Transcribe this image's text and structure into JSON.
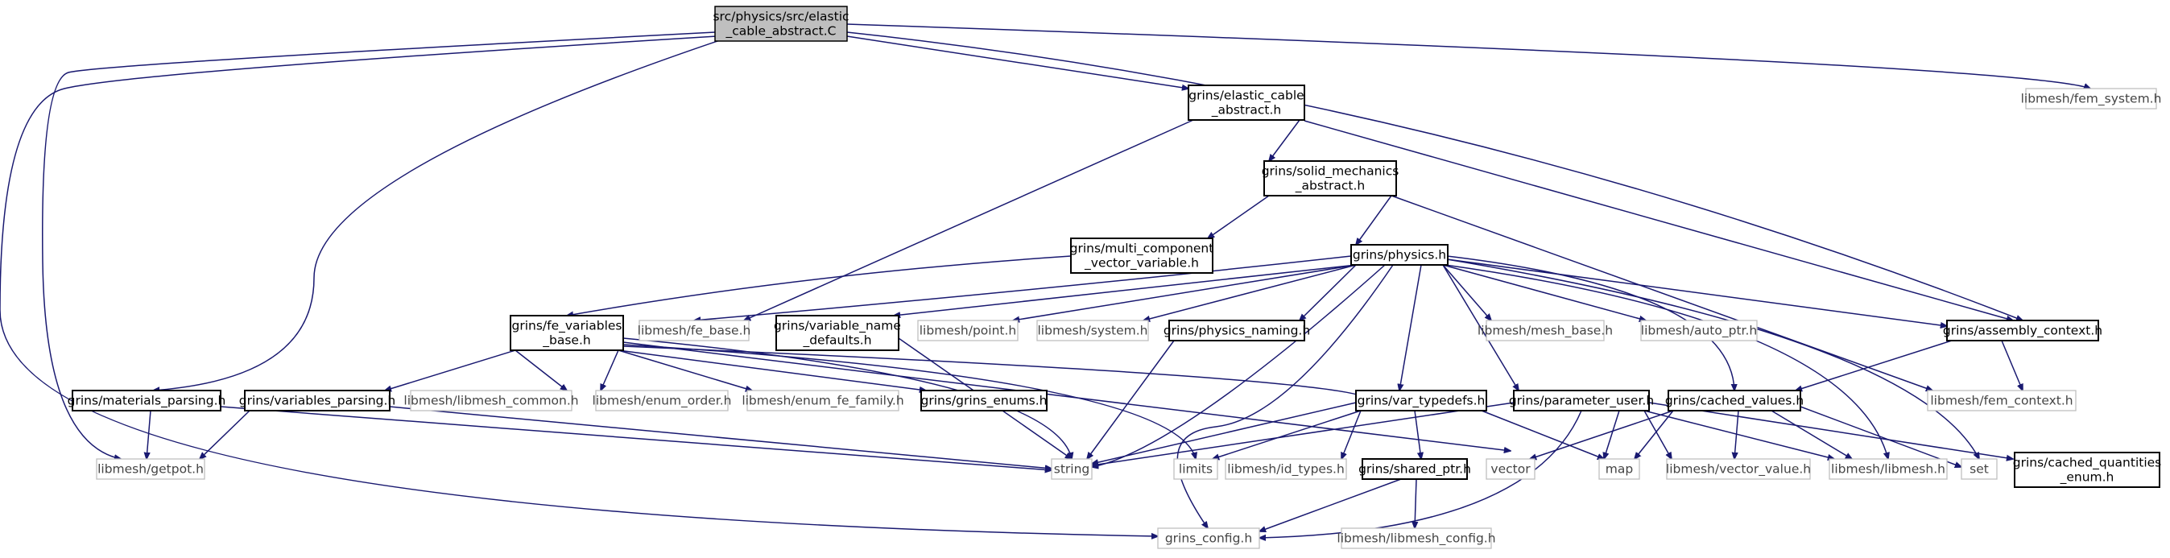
{
  "graph": {
    "nodes": [
      {
        "id": "root",
        "lines": [
          "src/physics/src/elastic",
          "_cable_abstract.C"
        ],
        "kind": "root"
      },
      {
        "id": "elastic_h",
        "lines": [
          "grins/elastic_cable",
          "_abstract.h"
        ],
        "kind": "local"
      },
      {
        "id": "fem_system",
        "lines": [
          "libmesh/fem_system.h"
        ],
        "kind": "external"
      },
      {
        "id": "solid_mech",
        "lines": [
          "grins/solid_mechanics",
          "_abstract.h"
        ],
        "kind": "local"
      },
      {
        "id": "multi_comp",
        "lines": [
          "grins/multi_component",
          "_vector_variable.h"
        ],
        "kind": "local"
      },
      {
        "id": "physics_h",
        "lines": [
          "grins/physics.h"
        ],
        "kind": "local"
      },
      {
        "id": "fe_vars",
        "lines": [
          "grins/fe_variables",
          "_base.h"
        ],
        "kind": "local"
      },
      {
        "id": "fe_base",
        "lines": [
          "libmesh/fe_base.h"
        ],
        "kind": "external"
      },
      {
        "id": "var_name",
        "lines": [
          "grins/variable_name",
          "_defaults.h"
        ],
        "kind": "local"
      },
      {
        "id": "point",
        "lines": [
          "libmesh/point.h"
        ],
        "kind": "external"
      },
      {
        "id": "system",
        "lines": [
          "libmesh/system.h"
        ],
        "kind": "external"
      },
      {
        "id": "phys_naming",
        "lines": [
          "grins/physics_naming.h"
        ],
        "kind": "local"
      },
      {
        "id": "mesh_base",
        "lines": [
          "libmesh/mesh_base.h"
        ],
        "kind": "external"
      },
      {
        "id": "auto_ptr",
        "lines": [
          "libmesh/auto_ptr.h"
        ],
        "kind": "external"
      },
      {
        "id": "assembly",
        "lines": [
          "grins/assembly_context.h"
        ],
        "kind": "local"
      },
      {
        "id": "mat_parsing",
        "lines": [
          "grins/materials_parsing.h"
        ],
        "kind": "local"
      },
      {
        "id": "var_parsing",
        "lines": [
          "grins/variables_parsing.h"
        ],
        "kind": "local"
      },
      {
        "id": "lm_common",
        "lines": [
          "libmesh/libmesh_common.h"
        ],
        "kind": "external"
      },
      {
        "id": "enum_order",
        "lines": [
          "libmesh/enum_order.h"
        ],
        "kind": "external"
      },
      {
        "id": "enum_fe",
        "lines": [
          "libmesh/enum_fe_family.h"
        ],
        "kind": "external"
      },
      {
        "id": "grins_enums",
        "lines": [
          "grins/grins_enums.h"
        ],
        "kind": "local"
      },
      {
        "id": "var_typedefs",
        "lines": [
          "grins/var_typedefs.h"
        ],
        "kind": "local"
      },
      {
        "id": "param_user",
        "lines": [
          "grins/parameter_user.h"
        ],
        "kind": "local"
      },
      {
        "id": "cached_vals",
        "lines": [
          "grins/cached_values.h"
        ],
        "kind": "local"
      },
      {
        "id": "fem_context",
        "lines": [
          "libmesh/fem_context.h"
        ],
        "kind": "external"
      },
      {
        "id": "getpot",
        "lines": [
          "libmesh/getpot.h"
        ],
        "kind": "external"
      },
      {
        "id": "string",
        "lines": [
          "string"
        ],
        "kind": "external"
      },
      {
        "id": "limits",
        "lines": [
          "limits"
        ],
        "kind": "external"
      },
      {
        "id": "id_types",
        "lines": [
          "libmesh/id_types.h"
        ],
        "kind": "external"
      },
      {
        "id": "shared_ptr",
        "lines": [
          "grins/shared_ptr.h"
        ],
        "kind": "local"
      },
      {
        "id": "vector",
        "lines": [
          "vector"
        ],
        "kind": "external"
      },
      {
        "id": "map",
        "lines": [
          "map"
        ],
        "kind": "external"
      },
      {
        "id": "vector_value",
        "lines": [
          "libmesh/vector_value.h"
        ],
        "kind": "external"
      },
      {
        "id": "libmesh_h",
        "lines": [
          "libmesh/libmesh.h"
        ],
        "kind": "external"
      },
      {
        "id": "set",
        "lines": [
          "set"
        ],
        "kind": "external"
      },
      {
        "id": "cached_qty",
        "lines": [
          "grins/cached_quantities",
          "_enum.h"
        ],
        "kind": "local"
      },
      {
        "id": "grins_config",
        "lines": [
          "grins_config.h"
        ],
        "kind": "external"
      },
      {
        "id": "lm_config",
        "lines": [
          "libmesh/libmesh_config.h"
        ],
        "kind": "external"
      }
    ],
    "edges": [
      [
        "root",
        "elastic_h"
      ],
      [
        "root",
        "fem_system"
      ],
      [
        "root",
        "assembly"
      ],
      [
        "root",
        "mat_parsing"
      ],
      [
        "root",
        "getpot"
      ],
      [
        "root",
        "grins_config"
      ],
      [
        "elastic_h",
        "solid_mech"
      ],
      [
        "elastic_h",
        "fe_base"
      ],
      [
        "elastic_h",
        "assembly"
      ],
      [
        "solid_mech",
        "multi_comp"
      ],
      [
        "solid_mech",
        "physics_h"
      ],
      [
        "solid_mech",
        "fem_context"
      ],
      [
        "multi_comp",
        "fe_vars"
      ],
      [
        "physics_h",
        "fe_base"
      ],
      [
        "physics_h",
        "var_name"
      ],
      [
        "physics_h",
        "point"
      ],
      [
        "physics_h",
        "system"
      ],
      [
        "physics_h",
        "phys_naming"
      ],
      [
        "physics_h",
        "mesh_base"
      ],
      [
        "physics_h",
        "auto_ptr"
      ],
      [
        "physics_h",
        "assembly"
      ],
      [
        "physics_h",
        "var_typedefs"
      ],
      [
        "physics_h",
        "param_user"
      ],
      [
        "physics_h",
        "cached_vals"
      ],
      [
        "physics_h",
        "string"
      ],
      [
        "physics_h",
        "grins_config"
      ],
      [
        "physics_h",
        "libmesh_h"
      ],
      [
        "physics_h",
        "set"
      ],
      [
        "fe_vars",
        "var_parsing"
      ],
      [
        "fe_vars",
        "lm_common"
      ],
      [
        "fe_vars",
        "enum_order"
      ],
      [
        "fe_vars",
        "enum_fe"
      ],
      [
        "fe_vars",
        "grins_enums"
      ],
      [
        "fe_vars",
        "var_typedefs"
      ],
      [
        "fe_vars",
        "string"
      ],
      [
        "fe_vars",
        "limits"
      ],
      [
        "fe_vars",
        "vector"
      ],
      [
        "var_name",
        "string"
      ],
      [
        "phys_naming",
        "string"
      ],
      [
        "mat_parsing",
        "getpot"
      ],
      [
        "mat_parsing",
        "string"
      ],
      [
        "var_parsing",
        "getpot"
      ],
      [
        "var_parsing",
        "string"
      ],
      [
        "var_typedefs",
        "string"
      ],
      [
        "var_typedefs",
        "limits"
      ],
      [
        "var_typedefs",
        "id_types"
      ],
      [
        "var_typedefs",
        "shared_ptr"
      ],
      [
        "var_typedefs",
        "map"
      ],
      [
        "param_user",
        "string"
      ],
      [
        "param_user",
        "map"
      ],
      [
        "param_user",
        "vector_value"
      ],
      [
        "param_user",
        "libmesh_h"
      ],
      [
        "param_user",
        "cached_qty"
      ],
      [
        "param_user",
        "grins_config"
      ],
      [
        "cached_vals",
        "vector"
      ],
      [
        "cached_vals",
        "map"
      ],
      [
        "cached_vals",
        "vector_value"
      ],
      [
        "cached_vals",
        "libmesh_h"
      ],
      [
        "cached_vals",
        "set"
      ],
      [
        "assembly",
        "cached_vals"
      ],
      [
        "assembly",
        "fem_context"
      ],
      [
        "shared_ptr",
        "grins_config"
      ],
      [
        "shared_ptr",
        "lm_config"
      ]
    ]
  }
}
